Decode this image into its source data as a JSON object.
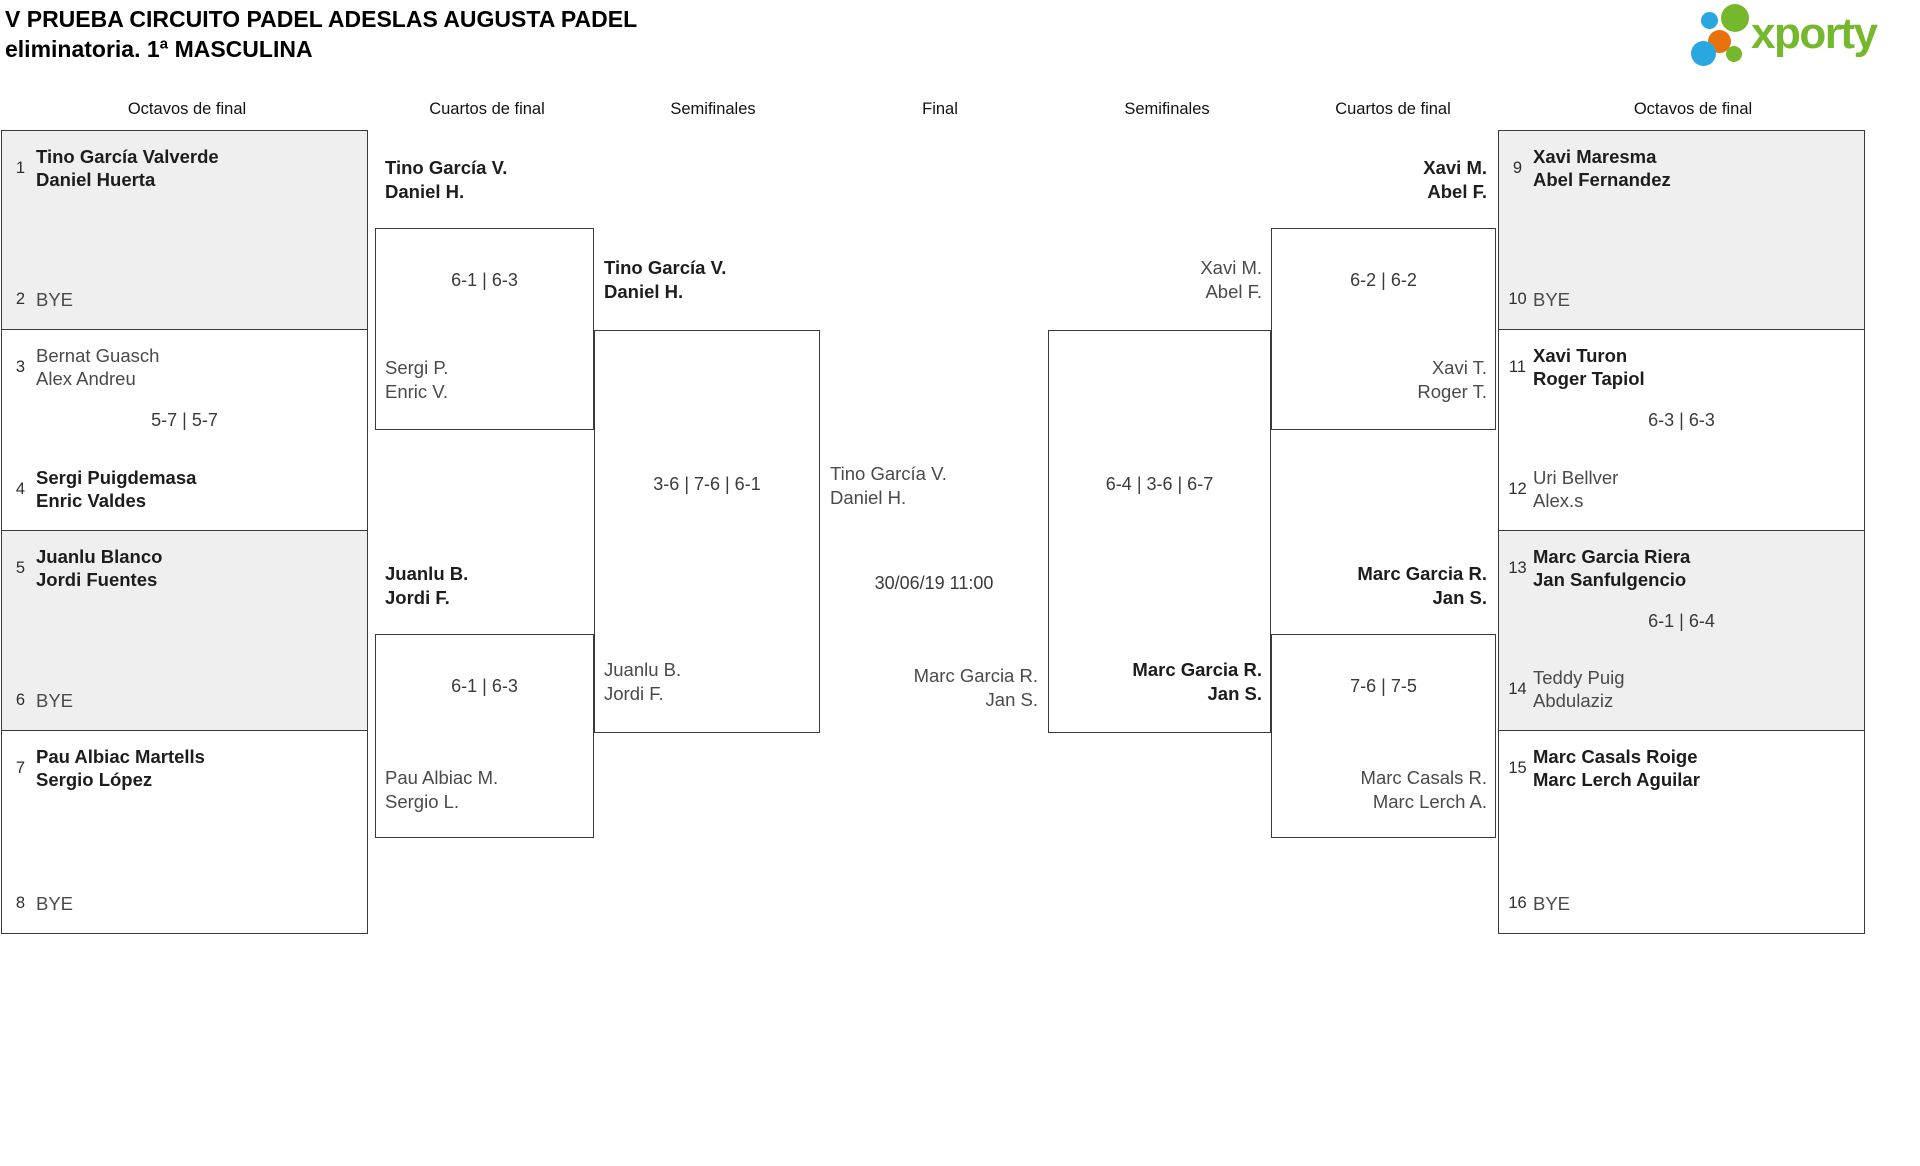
{
  "header": {
    "title_line1": "V PRUEBA CIRCUITO PADEL ADESLAS AUGUSTA PADEL",
    "title_line2": "eliminatoria. 1ª MASCULINA",
    "logo_text": "xporty"
  },
  "colors": {
    "accent_green": "#76b82d",
    "logo_blue": "#29a8e0",
    "logo_orange": "#e8720c",
    "box_grey": "#efefef"
  },
  "columns": [
    "Octavos de final",
    "Cuartos de final",
    "Semifinales",
    "Final",
    "Semifinales",
    "Cuartos de final",
    "Octavos de final"
  ],
  "r16": [
    {
      "seed_a": "1",
      "team_a": [
        "Tino García Valverde",
        "Daniel Huerta"
      ],
      "a_bold": true,
      "score": "",
      "seed_b": "2",
      "team_b": [
        "BYE"
      ],
      "b_bold": false
    },
    {
      "seed_a": "3",
      "team_a": [
        "Bernat Guasch",
        "Alex Andreu"
      ],
      "a_bold": false,
      "score": "5-7 | 5-7",
      "seed_b": "4",
      "team_b": [
        "Sergi Puigdemasa",
        "Enric Valdes"
      ],
      "b_bold": true
    },
    {
      "seed_a": "5",
      "team_a": [
        "Juanlu Blanco",
        "Jordi Fuentes"
      ],
      "a_bold": true,
      "score": "",
      "seed_b": "6",
      "team_b": [
        "BYE"
      ],
      "b_bold": false
    },
    {
      "seed_a": "7",
      "team_a": [
        "Pau Albiac Martells",
        "Sergio López"
      ],
      "a_bold": true,
      "score": "",
      "seed_b": "8",
      "team_b": [
        "BYE"
      ],
      "b_bold": false
    },
    {
      "seed_a": "9",
      "team_a": [
        "Xavi Maresma",
        "Abel Fernandez"
      ],
      "a_bold": true,
      "score": "",
      "seed_b": "10",
      "team_b": [
        "BYE"
      ],
      "b_bold": false
    },
    {
      "seed_a": "11",
      "team_a": [
        "Xavi Turon",
        "Roger Tapiol"
      ],
      "a_bold": true,
      "score": "6-3 | 6-3",
      "seed_b": "12",
      "team_b": [
        "Uri Bellver",
        "Alex.s"
      ],
      "b_bold": false
    },
    {
      "seed_a": "13",
      "team_a": [
        "Marc Garcia Riera",
        "Jan Sanfulgencio"
      ],
      "a_bold": true,
      "score": "6-1 | 6-4",
      "seed_b": "14",
      "team_b": [
        "Teddy Puig",
        "Abdulaziz"
      ],
      "b_bold": false
    },
    {
      "seed_a": "15",
      "team_a": [
        "Marc Casals Roige",
        "Marc Lerch Aguilar"
      ],
      "a_bold": true,
      "score": "",
      "seed_b": "16",
      "team_b": [
        "BYE"
      ],
      "b_bold": false
    }
  ],
  "qf": [
    {
      "team_a": [
        "Tino García V.",
        "Daniel H."
      ],
      "a_bold": true,
      "score": "6-1 | 6-3",
      "team_b": [
        "Sergi P.",
        "Enric V."
      ],
      "b_bold": false
    },
    {
      "team_a": [
        "Juanlu B.",
        "Jordi F."
      ],
      "a_bold": true,
      "score": "6-1 | 6-3",
      "team_b": [
        "Pau Albiac M.",
        "Sergio L."
      ],
      "b_bold": false
    },
    {
      "team_a": [
        "Xavi M.",
        "Abel F."
      ],
      "a_bold": true,
      "score": "6-2 | 6-2",
      "team_b": [
        "Xavi T.",
        "Roger T."
      ],
      "b_bold": false
    },
    {
      "team_a": [
        "Marc Garcia R.",
        "Jan S."
      ],
      "a_bold": true,
      "score": "7-6 | 7-5",
      "team_b": [
        "Marc Casals R.",
        "Marc Lerch A."
      ],
      "b_bold": false
    }
  ],
  "sf": [
    {
      "team_a": [
        "Tino García V.",
        "Daniel H."
      ],
      "a_bold": true,
      "score": "3-6 | 7-6 | 6-1",
      "team_b": [
        "Juanlu B.",
        "Jordi F."
      ],
      "b_bold": false
    },
    {
      "team_a": [
        "Xavi M.",
        "Abel F."
      ],
      "a_bold": false,
      "score": "6-4 | 3-6 | 6-7",
      "team_b": [
        "Marc Garcia R.",
        "Jan S."
      ],
      "b_bold": true
    }
  ],
  "final": {
    "team_a": [
      "Tino García V.",
      "Daniel H."
    ],
    "datetime": "30/06/19 11:00",
    "team_b": [
      "Marc Garcia R.",
      "Jan S."
    ]
  }
}
